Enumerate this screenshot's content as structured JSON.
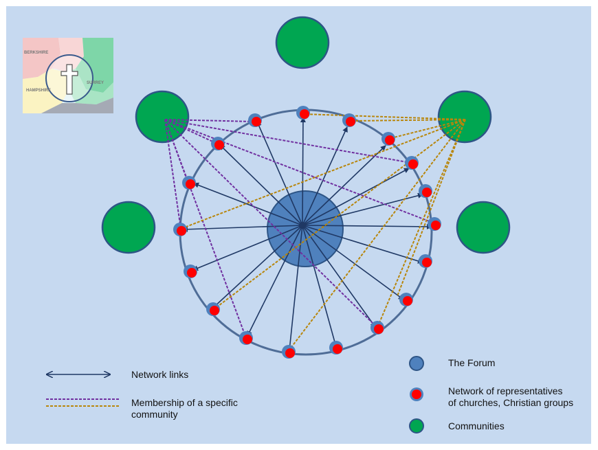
{
  "colors": {
    "background": "#c6d9f0",
    "network_arrow": "#1f3864",
    "membership_purple": "#7030a0",
    "membership_gold": "#b8860b",
    "forum_fill": "#4f81bd",
    "forum_stroke": "#2e5586",
    "rep_fill": "#ff0000",
    "rep_ring": "#4f81bd",
    "community_fill": "#00a651",
    "community_stroke": "#2e5586"
  },
  "map_inset": {
    "labels": [
      "BERKSHIRE",
      "SURREY",
      "HAMPSHIRE"
    ],
    "symbol": "cross-icon"
  },
  "legend": {
    "network_links": "Network links",
    "membership": "Membership of a specific\ncommunity",
    "forum": "The Forum",
    "representatives": "Network of representatives\nof churches, Christian groups",
    "communities": "Communities"
  }
}
